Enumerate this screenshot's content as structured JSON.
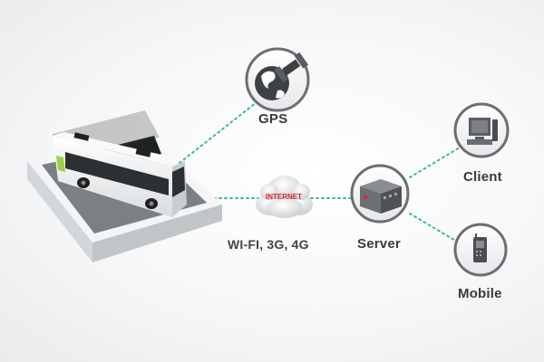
{
  "diagram": {
    "nodes": {
      "gps": {
        "label": "GPS"
      },
      "internet": {
        "label": "WI-FI, 3G, 4G",
        "cloud_text": "INTERNET"
      },
      "server": {
        "label": "Server"
      },
      "client": {
        "label": "Client"
      },
      "mobile": {
        "label": "Mobile"
      }
    },
    "connector_color": "#3cb89a",
    "accent_color": "#d8262e",
    "icon_ring_color": "#6b6e72"
  }
}
